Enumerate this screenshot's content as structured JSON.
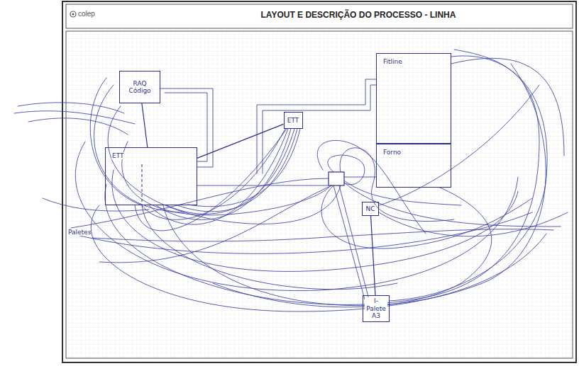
{
  "diagram": {
    "title": "LAYOUT E DESCRIÇÃO DO PROCESSO - LINHA",
    "nodes": [
      {
        "text": [
          "RAQ Código"
        ]
      },
      {
        "text": [
          "ETT"
        ]
      },
      {
        "text": [
          "ETT"
        ]
      },
      {
        "text": [
          "Fitline"
        ]
      },
      {
        "text": [
          "Forno"
        ]
      },
      {
        "text": [
          "NC"
        ]
      },
      {
        "text": [
          "I-Palete A3"
        ]
      }
    ],
    "edges": [
      {
        "from": 0,
        "to": 1,
        "arrow": "none"
      },
      {
        "from": 1,
        "to": 2,
        "arrow": "none"
      },
      {
        "from": 5,
        "to": 6,
        "arrow": "none"
      }
    ],
    "labels": [
      "colep",
      "Paletes"
    ]
  }
}
